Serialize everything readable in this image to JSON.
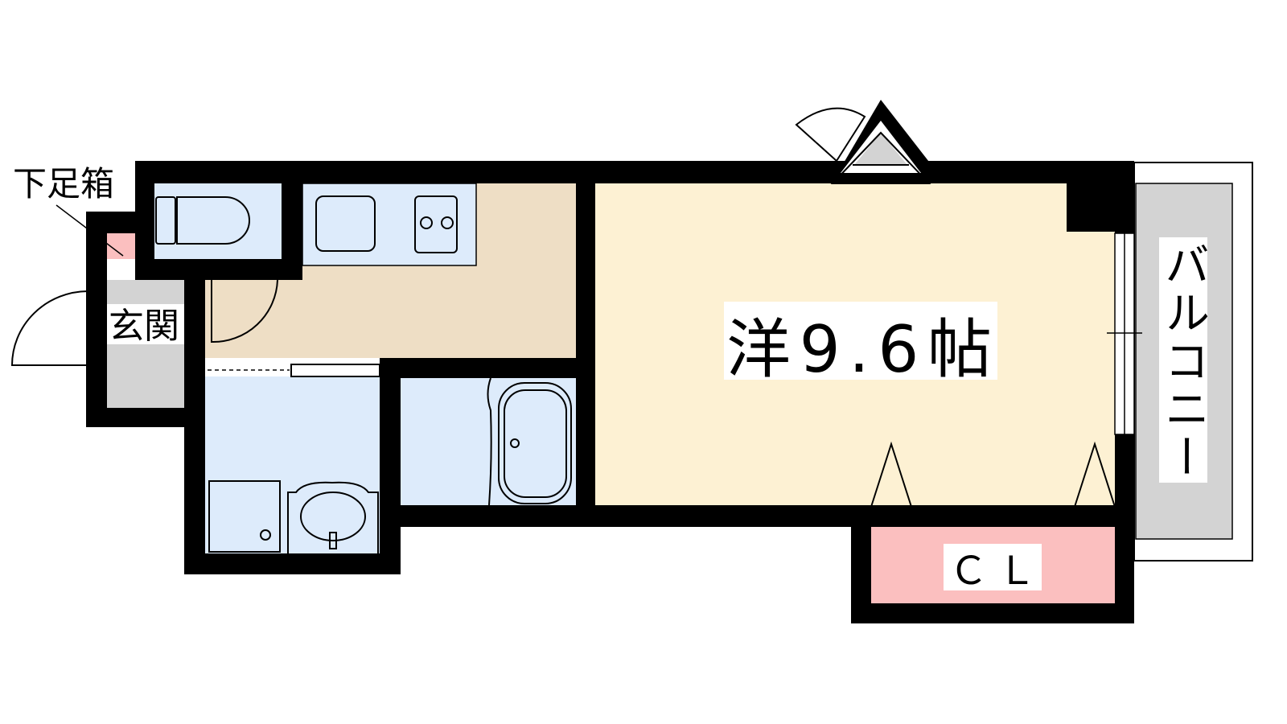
{
  "labels": {
    "shoe_box": "下足箱",
    "entrance": "玄関",
    "main_room": "洋9.6帖",
    "closet": "ＣＬ",
    "balcony": "バルコニー"
  },
  "colors": {
    "wall": "#000000",
    "main_room": "#FDF1D3",
    "kitchen": "#EEDEC5",
    "wet_area": "#DDEBFB",
    "closet": "#FBBFBF",
    "entrance": "#D3D3D3",
    "balcony": "#D3D3D3"
  }
}
